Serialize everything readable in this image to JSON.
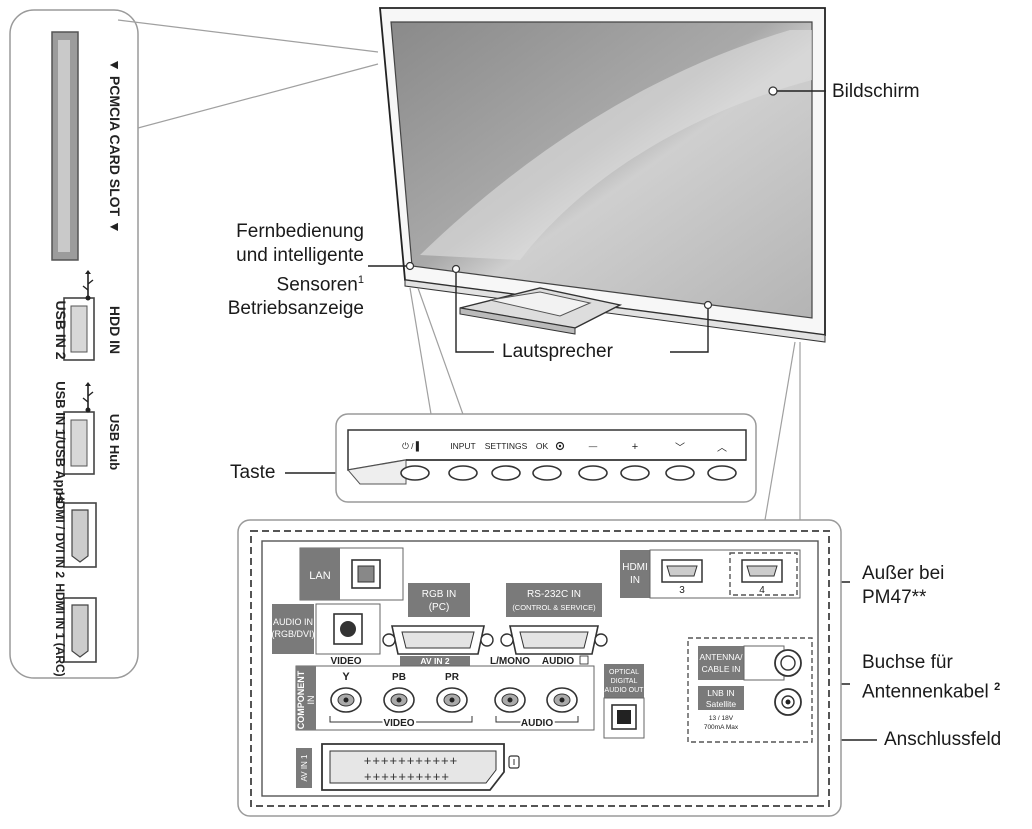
{
  "labels": {
    "screen": "Bildschirm",
    "remote_1": "Fernbedienung",
    "remote_2": "und intelligente",
    "remote_3": "Sensoren",
    "remote_sup": "1",
    "power_indicator": "Betriebsanzeige",
    "speaker": "Lautsprecher",
    "button": "Taste",
    "except_1": "Außer bei",
    "except_2": "PM47**",
    "antenna_1": "Buchse für",
    "antenna_2": "Antennenkabel",
    "antenna_sup": "2",
    "panel": "Anschlussfeld"
  },
  "side_panel": {
    "pcmcia": "▼ PCMCIA CARD SLOT ▼",
    "usb2": "USB IN 2",
    "hdd": "HDD IN",
    "usb1": "USB IN 1/USB Apps",
    "usbhub": "USB Hub",
    "hdmi2": "HDMI / DVI IN 2",
    "hdmi1": "HDMI IN 1 (ARC)"
  },
  "buttons": {
    "power": "⏻ / ▌",
    "input": "INPUT",
    "settings": "SETTINGS",
    "ok": "OK",
    "minus": "—",
    "plus": "+",
    "down": "﹀",
    "up": "︿"
  },
  "rear_panel": {
    "lan": "LAN",
    "rgb_in_1": "RGB IN",
    "rgb_in_2": "(PC)",
    "rs232_1": "RS-232C IN",
    "rs232_2": "(CONTROL & SERVICE)",
    "hdmi_1": "HDMI",
    "hdmi_2": "IN",
    "hdmi_3": "3",
    "hdmi_4": "4",
    "audio_in_1": "AUDIO IN",
    "audio_in_2": "(RGB/DVI)",
    "av_in2": "AV IN 2",
    "video_top": "VIDEO",
    "lmono": "L/MONO",
    "audio_top": "AUDIO",
    "component": "COMPONENT",
    "component_in": "IN",
    "y": "Y",
    "pb": "PB",
    "pr": "PR",
    "video_bottom": "VIDEO",
    "audio_bottom": "AUDIO",
    "optical_1": "OPTICAL",
    "optical_2": "DIGITAL",
    "optical_3": "AUDIO OUT",
    "antenna_1": "ANTENNA/",
    "antenna_2": "CABLE IN",
    "lnb_1": "LNB IN",
    "lnb_2": "Satellite",
    "lnb_3": "13 / 18V",
    "lnb_4": "700mA Max",
    "av_in1": "AV IN 1"
  }
}
